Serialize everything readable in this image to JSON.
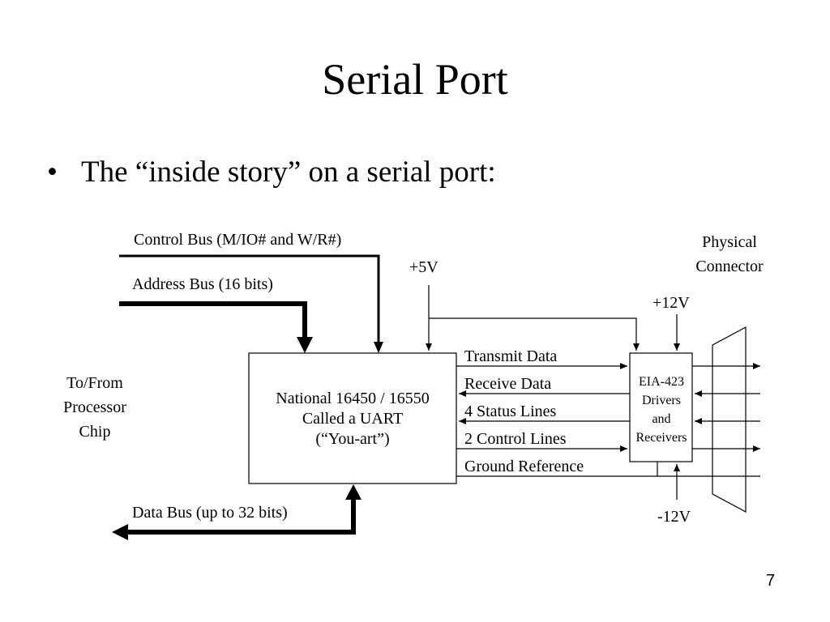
{
  "slide": {
    "title": "Serial Port",
    "bullet_symbol": "•",
    "bullet_text": "The “inside story” on a serial port:",
    "page_number": "7"
  },
  "diagram": {
    "control_bus": "Control Bus (M/IO# and W/R#)",
    "address_bus": "Address Bus (16 bits)",
    "data_bus": "Data Bus (up to 32 bits)",
    "to_from": [
      "To/From",
      "Processor",
      "Chip"
    ],
    "uart": [
      "National 16450 / 16550",
      "Called a UART",
      "(“You-art”)"
    ],
    "plus5v": "+5V",
    "plus12v": "+12V",
    "minus12v": "-12V",
    "physical_connector": [
      "Physical",
      "Connector"
    ],
    "drivers": [
      "EIA-423",
      "Drivers",
      "and",
      "Receivers"
    ],
    "signals": [
      "Transmit Data",
      "Receive Data",
      "4 Status Lines",
      "2 Control Lines",
      "Ground Reference"
    ]
  }
}
